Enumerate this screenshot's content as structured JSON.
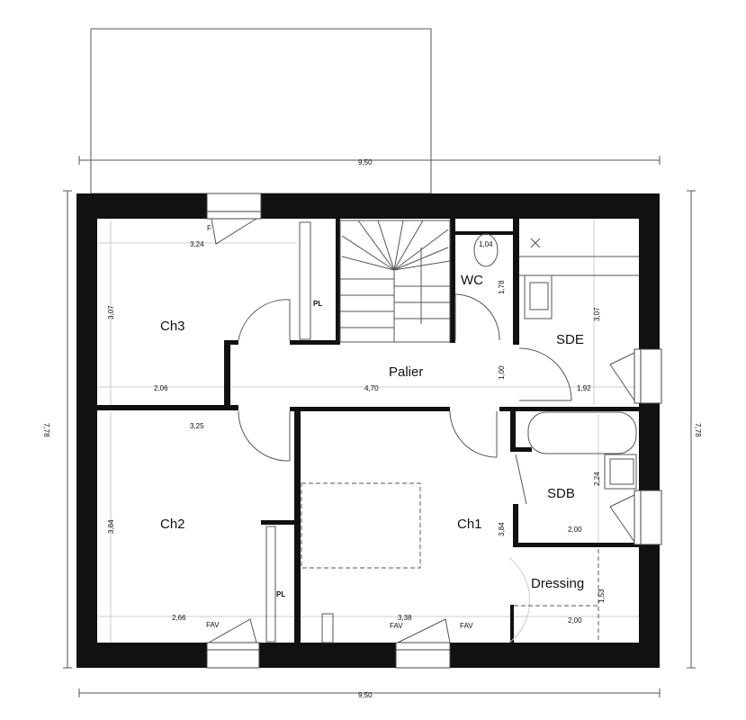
{
  "rooms": {
    "ch3": "Ch3",
    "ch2": "Ch2",
    "ch1": "Ch1",
    "palier": "Palier",
    "wc": "WC",
    "sde": "SDE",
    "sdb": "SDB",
    "dressing": "Dressing",
    "pl_top": "PL",
    "pl_bottom": "PL"
  },
  "marks": {
    "f": "F",
    "fav1": "FAV",
    "fav2": "FAV",
    "fav3": "FAV"
  },
  "dimensions": {
    "overall_width_top": "9,50",
    "overall_width_bottom": "9,50",
    "overall_depth_left": "7,78",
    "overall_depth_right": "7,78",
    "ch3_width": "3,24",
    "ch3_depth": "3,07",
    "ch3_lower": "2,06",
    "palier_width": "4,70",
    "palier_depth": "1,00",
    "wc_width": "1,04",
    "wc_depth": "1,78",
    "sde_depth": "3,07",
    "sde_width": "1,92",
    "ch2_width": "3,25",
    "ch2_depth": "3,84",
    "ch2_lower": "2,66",
    "ch1_width": "3,38",
    "ch1_depth": "3,84",
    "sdb_depth": "2,24",
    "sdb_width": "2,00",
    "dressing_width": "2,00",
    "dressing_depth": "1,53"
  }
}
